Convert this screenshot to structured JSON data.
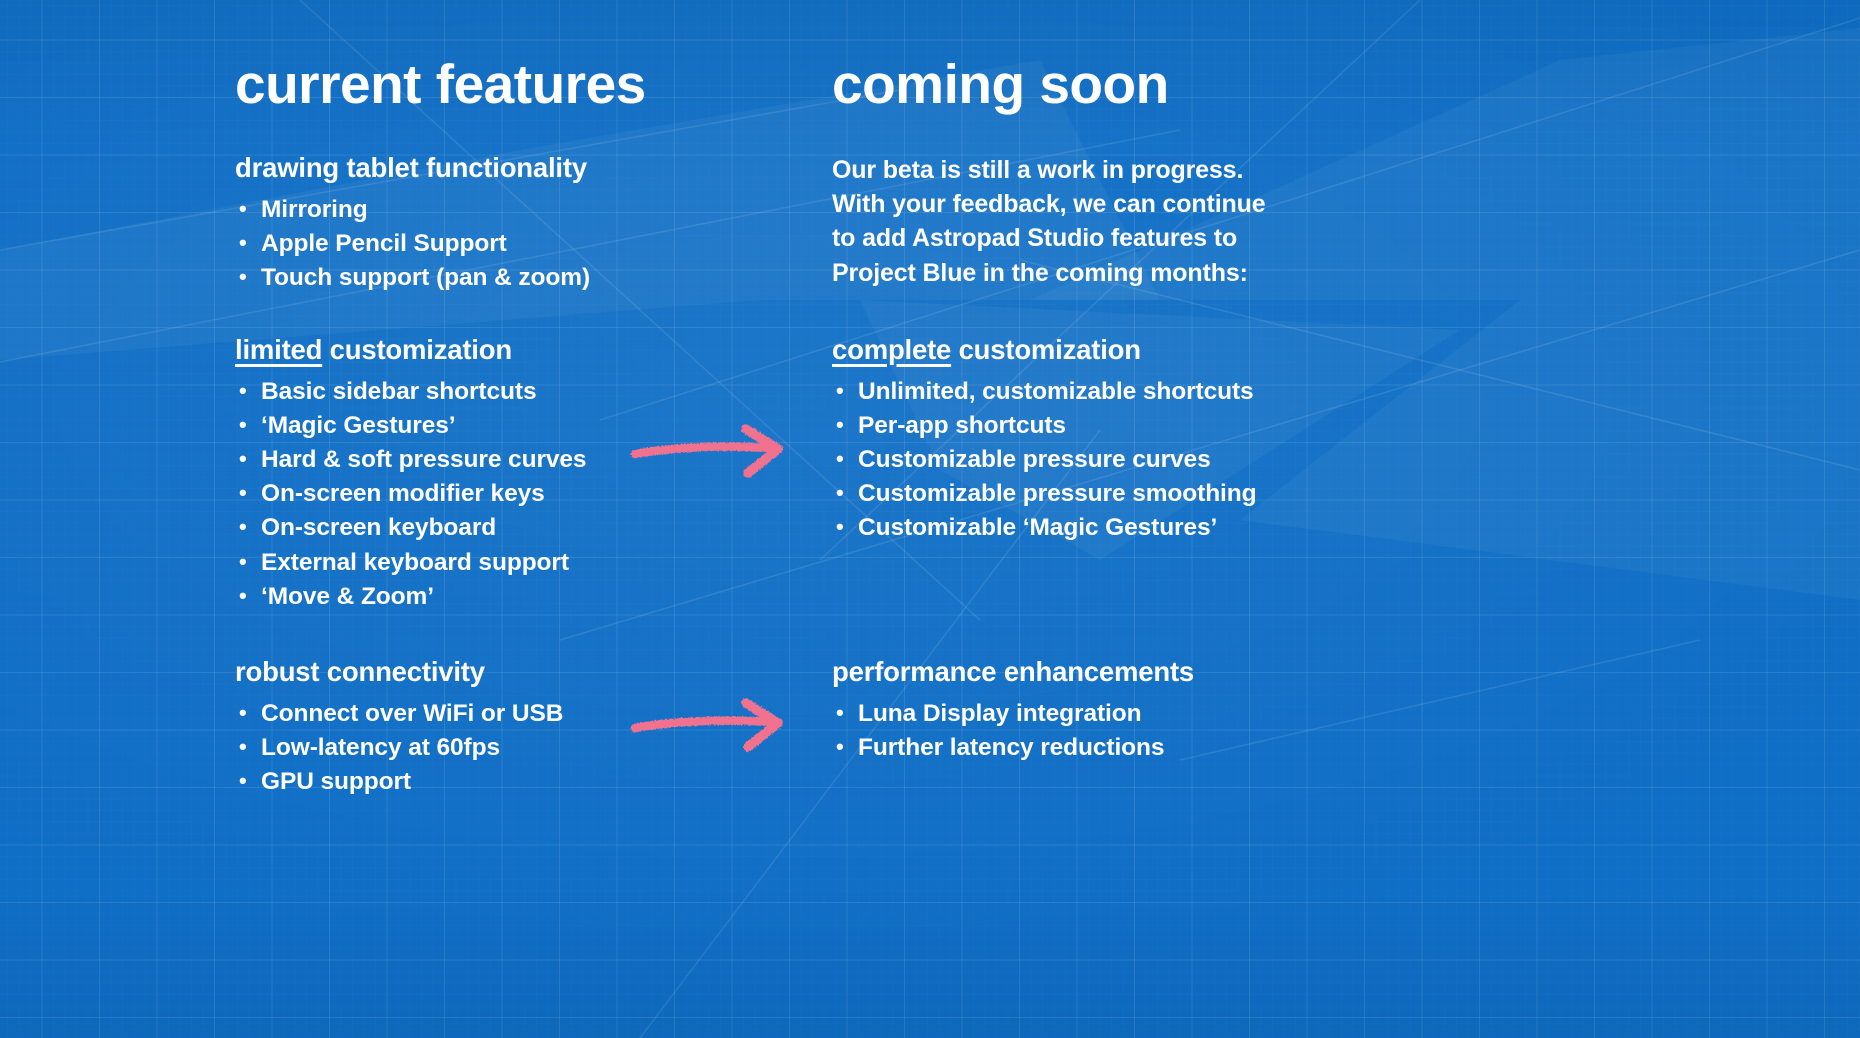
{
  "theme": {
    "background_color": "#0f6ec5",
    "text_color": "#ffffff",
    "arrow_color": "#f0728f",
    "grid_line_color": "#ffffff"
  },
  "columns": {
    "left": {
      "title": "current features",
      "sections": [
        {
          "heading_plain": "drawing tablet functionality",
          "heading_underlined": "",
          "heading_rest": "",
          "items": [
            "Mirroring",
            "Apple Pencil Support",
            "Touch support (pan & zoom)"
          ]
        },
        {
          "heading_plain": "",
          "heading_underlined": "limited",
          "heading_rest": " customization",
          "items": [
            "Basic sidebar shortcuts",
            "‘Magic Gestures’",
            "Hard & soft pressure curves",
            "On-screen modifier keys",
            "On-screen keyboard",
            "External keyboard support",
            "‘Move & Zoom’"
          ]
        },
        {
          "heading_plain": "robust connectivity",
          "heading_underlined": "",
          "heading_rest": "",
          "items": [
            "Connect over WiFi or USB",
            "Low-latency at 60fps",
            "GPU support"
          ]
        }
      ]
    },
    "right": {
      "title": "coming soon",
      "intro_paragraph": "Our beta is still a work in progress.\nWith your feedback, we can continue\nto add Astropad Studio features to\nProject Blue in the coming months:",
      "sections": [
        {
          "heading_plain": "",
          "heading_underlined": "complete",
          "heading_rest": " customization",
          "items": [
            "Unlimited, customizable shortcuts",
            "Per-app shortcuts",
            "Customizable pressure curves",
            "Customizable pressure smoothing",
            "Customizable ‘Magic Gestures’"
          ]
        },
        {
          "heading_plain": "performance enhancements",
          "heading_underlined": "",
          "heading_rest": "",
          "items": [
            "Luna Display integration",
            "Further latency reductions"
          ]
        }
      ]
    }
  },
  "arrows": [
    {
      "name": "arrow-customization",
      "direction": "right"
    },
    {
      "name": "arrow-performance",
      "direction": "right"
    }
  ]
}
